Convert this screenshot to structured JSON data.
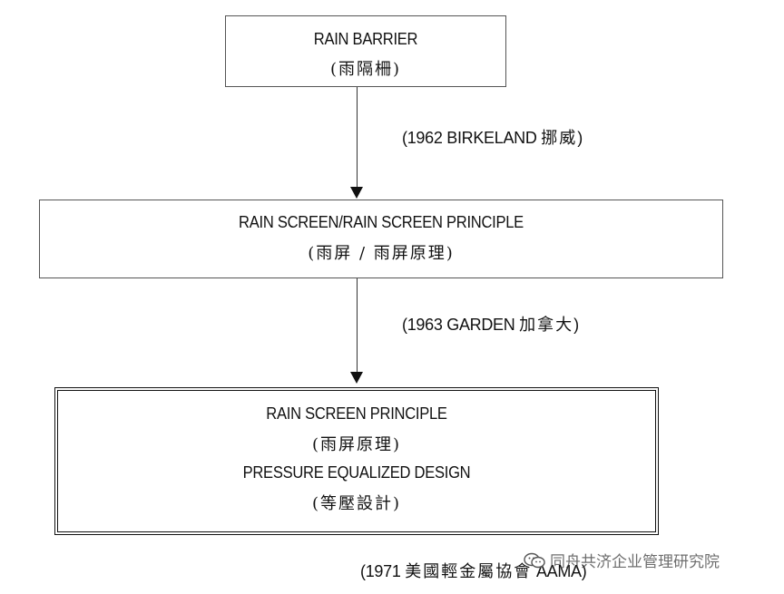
{
  "diagram": {
    "nodes": [
      {
        "id": "rain-barrier",
        "lines": [
          "RAIN BARRIER",
          "(雨隔柵)"
        ]
      },
      {
        "id": "rain-screen",
        "lines": [
          "RAIN SCREEN/RAIN SCREEN PRINCIPLE",
          "(雨屏 / 雨屏原理)"
        ]
      },
      {
        "id": "rain-screen-principle",
        "lines": [
          "RAIN SCREEN PRINCIPLE",
          "(雨屏原理)",
          "PRESSURE EQUALIZED DESIGN",
          "(等壓設計)"
        ]
      }
    ],
    "edges": [
      {
        "from": "rain-barrier",
        "to": "rain-screen",
        "label_prefix": "(1962 BIRKELAND ",
        "label_cjk": "挪威",
        "label_suffix": ")"
      },
      {
        "from": "rain-screen",
        "to": "rain-screen-principle",
        "label_prefix": "(1963 GARDEN ",
        "label_cjk": "加拿大",
        "label_suffix": ")"
      }
    ],
    "footnote": {
      "prefix": "(1971 ",
      "cjk": "美國輕金屬協會",
      "suffix": " AAMA)"
    }
  },
  "watermark": {
    "text": "同舟共济企业管理研究院",
    "icon": "wechat-icon"
  }
}
